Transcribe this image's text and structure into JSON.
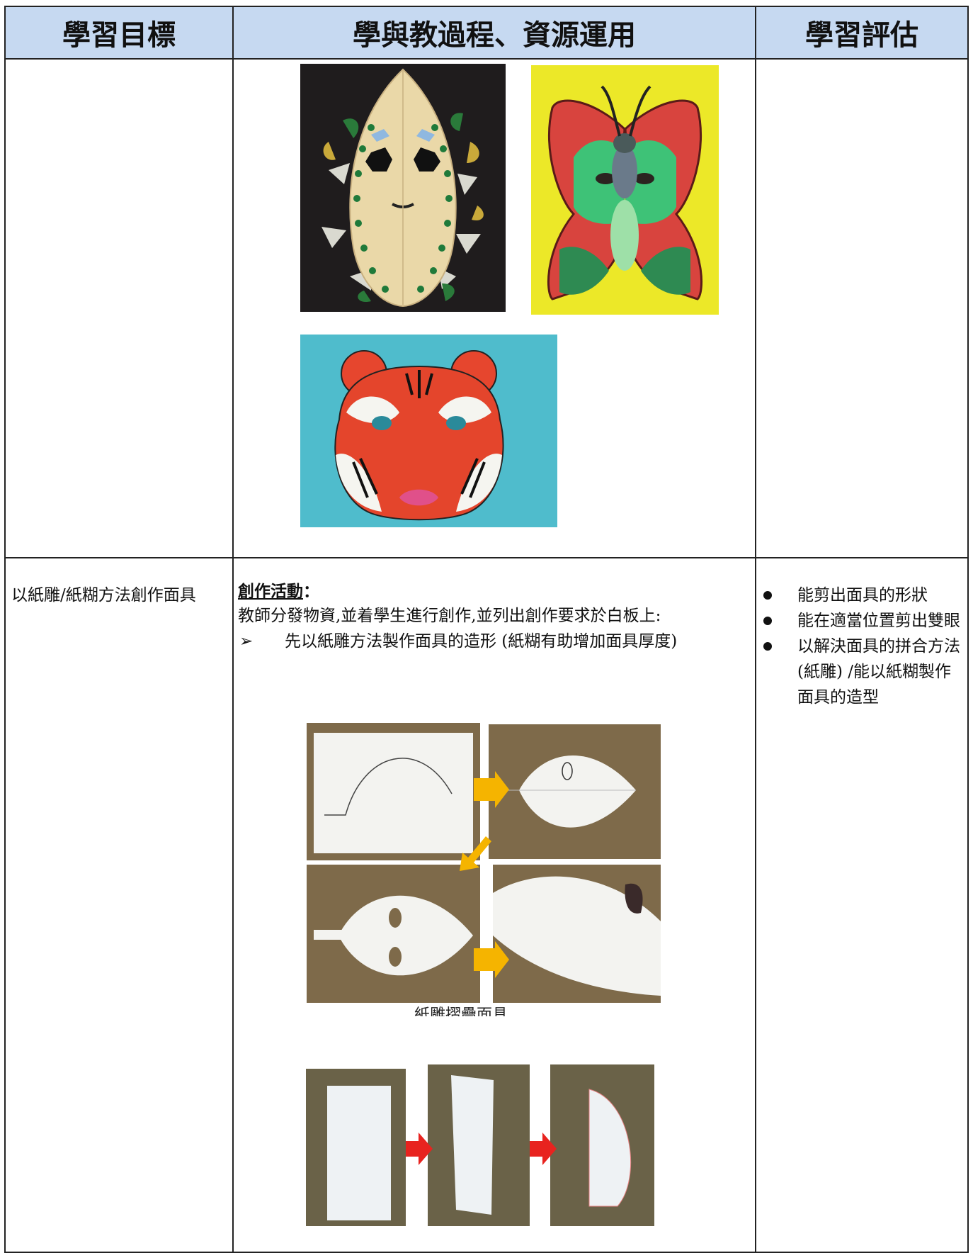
{
  "header": {
    "col1": "學習目標",
    "col2": "學與教過程、資源運用",
    "col3": "學習評估"
  },
  "row2": {
    "objective": "以紙雕/紙糊方法創作面具",
    "activity_heading": "創作活動",
    "activity_colon": "：",
    "instruction": "教師分發物資,並着學生進行創作,並列出創作要求於白板上:",
    "bullet_symbol": "➢",
    "bullet_text": "先以紙雕方法製作面具的造形 (紙糊有助增加面具厚度)",
    "photo_caption": "紙雕摺疊面具",
    "assessment": [
      "能剪出面具的形狀",
      "能在適當位置剪出雙眼",
      "以解決面具的拼合方法(紙雕) /能以紙糊製作面具的造型"
    ]
  },
  "photos": {
    "mask_paper": "paper-mask-photo",
    "mask_butterfly": "butterfly-mask-photo",
    "mask_tiger": "tiger-mask-photo",
    "steps": "paper-folding-steps-photo",
    "strip": "paper-strip-steps-photo"
  },
  "colors": {
    "header_bg": "#c6d9f1",
    "arrow_yellow": "#f5b400",
    "arrow_red": "#e8231f"
  }
}
